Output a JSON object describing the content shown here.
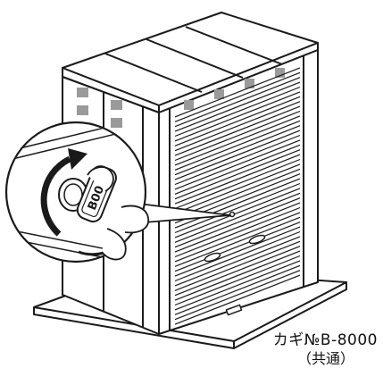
{
  "caption": {
    "key_number": "カギ№B-8000",
    "note": "（共通）"
  },
  "key_tag_text": "B000",
  "colors": {
    "line": "#1a1a1a",
    "panel": "#ffffff",
    "shade": "#9a9a9a",
    "dark": "#444444"
  }
}
